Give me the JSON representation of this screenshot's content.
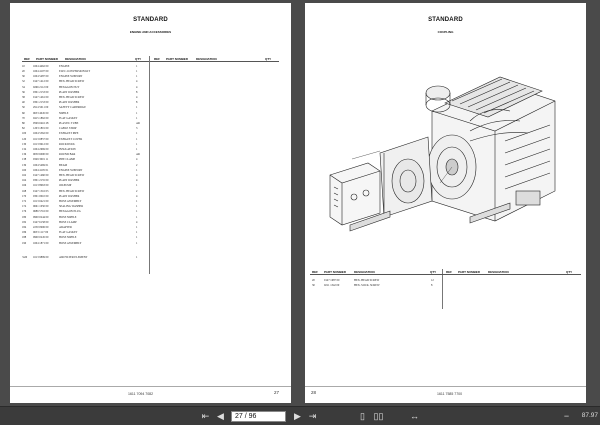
{
  "left_page": {
    "title": "STANDARD",
    "subtitle": "ENGINE AND ACCESSORIES",
    "columns": [
      "REF",
      "PART NUMBER",
      "DESIGNATION",
      "QTY",
      "REF",
      "PART NUMBER",
      "DESIGNATION",
      "QTY"
    ],
    "rows": [
      [
        "10",
        "1604 4462 00",
        "ENGINE",
        "1"
      ],
      [
        "20",
        "1604 4107 00",
        "ELEC.CONVERSION KIT",
        "1"
      ],
      [
        "30",
        "1604 5487 00",
        "ENGINE SUPPORT",
        "1"
      ],
      [
        "32",
        "0147 1412 00",
        "HEX. HEAD SCREW",
        "4"
      ],
      [
        "34",
        "0266 2112 00",
        "HEXAGON NUT",
        "4"
      ],
      [
        "36",
        "0301 2153 00",
        "PLAIN WASHER",
        "8"
      ],
      [
        "38",
        "0147 1461 00",
        "HEX. HEAD SCREW",
        "4"
      ],
      [
        "40",
        "0301 2153 00",
        "PLAIN WASHER",
        "8"
      ],
      [
        "50",
        "2914 5011 00",
        "SAFETY CARTRIDGE",
        "1"
      ],
      [
        "60",
        "0653 4045 00",
        "NIPPLE",
        "1"
      ],
      [
        "70",
        "0415 1862 00",
        "FLAT GASKET",
        "1"
      ],
      [
        "80",
        "0599 0416 28",
        "PLASTIC TUBE",
        "AR"
      ],
      [
        "82",
        "1203 1801 00",
        "CABLE STRIP",
        "3"
      ],
      [
        "100",
        "1604 5362 00",
        "EXHAUST PIPE",
        "1"
      ],
      [
        "120",
        "1613 0857 00",
        "EXHAUST COVER",
        "1"
      ],
      [
        "130",
        "1613 9912 00",
        "ROCKWOOL",
        "1"
      ],
      [
        "134",
        "1604 2669 00",
        "INSULATION",
        "1"
      ],
      [
        "136",
        "0050 6000 00",
        "ROUND BAR",
        "AR"
      ],
      [
        "138",
        "0349 3001 11",
        "PIPE CLAMP",
        "4"
      ],
      [
        "139",
        "1604 5469 01",
        "BEAM",
        "2"
      ],
      [
        "160",
        "1604 4105 01",
        "ENGINE SUPPORT",
        "1"
      ],
      [
        "162",
        "0147 1460 00",
        "HEX. HEAD SCREW",
        "4"
      ],
      [
        "164",
        "0301 2155 00",
        "PLAIN WASHER",
        "4"
      ],
      [
        "166",
        "1613 8963 00",
        "OILPUMP",
        "1"
      ],
      [
        "168",
        "0147 1516 03",
        "HEX. HEAD SCREW",
        "2"
      ],
      [
        "170",
        "0301 0010 00",
        "PLAIN WASHER",
        "4"
      ],
      [
        "172",
        "1613 0421 00",
        "HOSE ASSEMBLY",
        "1"
      ],
      [
        "174",
        "0661 1050 00",
        "SEALING WASHER",
        "1"
      ],
      [
        "176",
        "0686 5716 00",
        "HEXAGON PLUG",
        "1"
      ],
      [
        "180",
        "0900 0244 00",
        "HOSE NIPPLE",
        "1"
      ],
      [
        "182",
        "0147 6158 00",
        "HOSE CLAMP",
        "4"
      ],
      [
        "184",
        "2250 0906 00",
        "ADAPTER",
        "1"
      ],
      [
        "186",
        "0653 1117 00",
        "FLAT GASKET",
        "1"
      ],
      [
        "188",
        "0900 0245 00",
        "HOSE NIPPLE",
        "1"
      ],
      [
        "190",
        "1604 1871 00",
        "HOSE ASSEMBLY",
        "1"
      ]
    ],
    "extra_row": [
      "•420",
      "1613 9899 00",
      "AIR FILTER ELEMENT",
      "1"
    ],
    "footer_code": "1611 7094 7082",
    "page_number": "27"
  },
  "right_page": {
    "title": "STANDARD",
    "subtitle": "COUPLING",
    "columns": [
      "REF",
      "PART NUMBER",
      "DESIGNATION",
      "QTY",
      "REF",
      "PART NUMBER",
      "DESIGNATION",
      "QTY"
    ],
    "rows": [
      [
        "20",
        "0147 1687 00",
        "HEX. HEAD SCREW",
        "12"
      ],
      [
        "30",
        "0211 1342 00",
        "HEX. SOCK. SCREW",
        "8"
      ]
    ],
    "footer_code": "1611 7585 7700",
    "page_number": "28"
  },
  "toolbar": {
    "page_field": "27 / 96",
    "zoom": "87.97"
  }
}
